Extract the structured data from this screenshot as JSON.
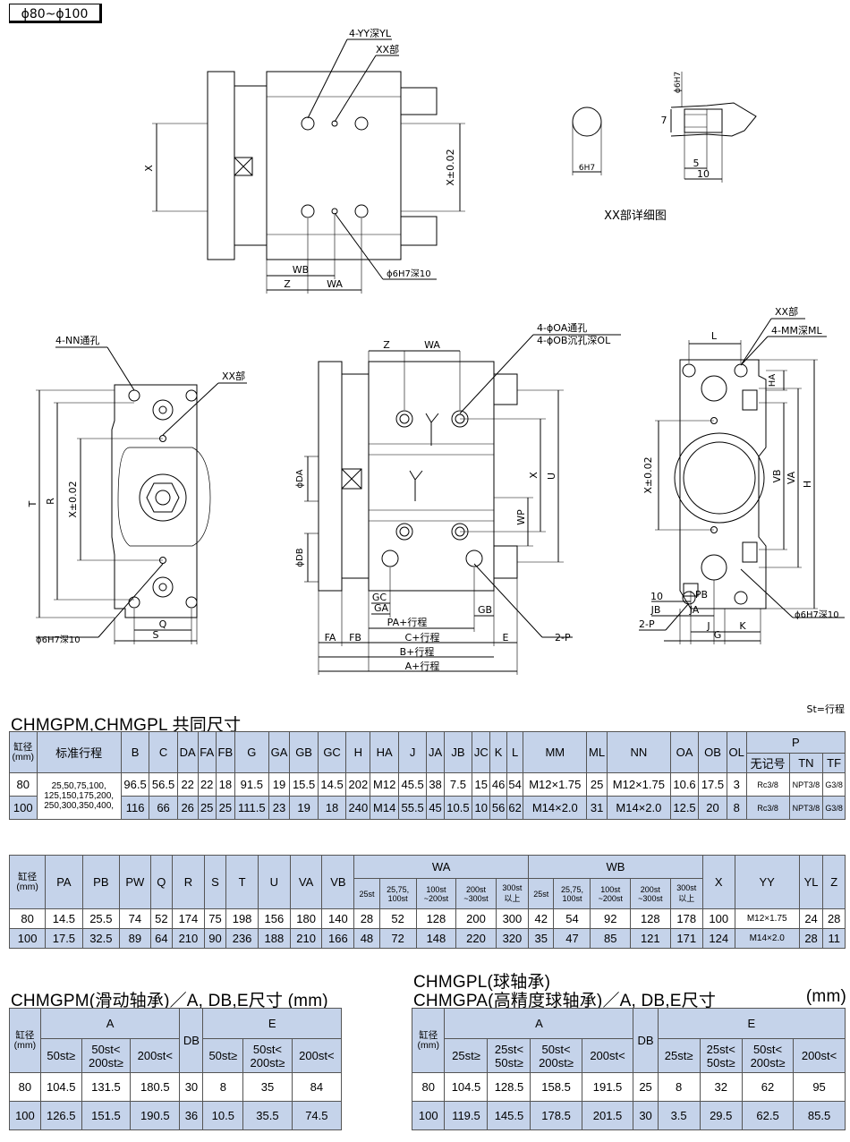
{
  "header_tag": "ϕ80~ϕ100",
  "st_note": "St=行程",
  "drawing": {
    "top_labels": {
      "yy": "4-YY深YL",
      "xx": "XX部",
      "x": "X",
      "x002": "X±0.02",
      "wb": "WB",
      "z": "Z",
      "wa": "WA",
      "phi6": "ϕ6H7深10"
    },
    "detail": {
      "phi6": "ϕ6H7",
      "six": "6H7",
      "seven": "7",
      "five": "5",
      "ten": "10",
      "caption": "XX部详细图"
    },
    "left_labels": {
      "nn": "4-NN通孔",
      "xx": "XX部",
      "t": "T",
      "r": "R",
      "x002": "X±0.02",
      "q": "Q",
      "s": "S",
      "phi6": "ϕ6H7深10"
    },
    "mid_labels": {
      "z": "Z",
      "wa": "WA",
      "oa": "4-ϕOA通孔",
      "ob": "4-ϕOB沉孔深OL",
      "da": "ϕDA",
      "db": "ϕDB",
      "x": "X",
      "u": "U",
      "wp": "WP",
      "gc": "GC",
      "ga": "GA",
      "pa": "PA+行程",
      "gb": "GB",
      "fa": "FA",
      "fb": "FB",
      "c": "C+行程",
      "e": "E",
      "b": "B+行程",
      "a": "A+行程",
      "p": "2-P"
    },
    "right_labels": {
      "xx": "XX部",
      "mm": "4-MM深ML",
      "l": "L",
      "ha": "HA",
      "x002": "X±0.02",
      "vb": "VB",
      "va": "VA",
      "h": "H",
      "ten": "10",
      "pb": "PB",
      "jb": "JB",
      "ja": "JA",
      "p2": "2-P",
      "j": "J",
      "k": "K",
      "g": "G",
      "phi6": "ϕ6H7深10"
    }
  },
  "table1": {
    "title": "CHMGPM,CHMGPL 共同尺寸",
    "headers": [
      "缸径\n(mm)",
      "标准行程",
      "B",
      "C",
      "DA",
      "FA",
      "FB",
      "G",
      "GA",
      "GB",
      "GC",
      "H",
      "HA",
      "J",
      "JA",
      "JB",
      "JC",
      "K",
      "L",
      "MM",
      "ML",
      "NN",
      "OA",
      "OB",
      "OL"
    ],
    "p_header": "P",
    "p_sub": [
      "无记号",
      "TN",
      "TF"
    ],
    "stroke": "25,50,75,100,\n125,150,175,200,\n250,300,350,400,",
    "rows": [
      [
        "80",
        "96.5",
        "56.5",
        "22",
        "22",
        "18",
        "91.5",
        "19",
        "15.5",
        "14.5",
        "202",
        "M12",
        "45.5",
        "38",
        "7.5",
        "15",
        "46",
        "54",
        "M12×1.75",
        "25",
        "M12×1.75",
        "10.6",
        "17.5",
        "3",
        "Rc3/8",
        "NPT3/8",
        "G3/8"
      ],
      [
        "100",
        "116",
        "66",
        "26",
        "25",
        "25",
        "111.5",
        "23",
        "19",
        "18",
        "240",
        "M14",
        "55.5",
        "45",
        "10.5",
        "10",
        "56",
        "62",
        "M14×2.0",
        "31",
        "M14×2.0",
        "12.5",
        "20",
        "8",
        "Rc3/8",
        "NPT3/8",
        "G3/8"
      ]
    ]
  },
  "table2": {
    "headers": [
      "缸径\n(mm)",
      "PA",
      "PB",
      "PW",
      "Q",
      "R",
      "S",
      "T",
      "U",
      "VA",
      "VB"
    ],
    "wa": "WA",
    "wb": "WB",
    "sub": [
      "25st",
      "25,75,\n100st",
      "100st\n~200st",
      "200st\n~300st",
      "300st\n以上"
    ],
    "tail": [
      "X",
      "YY",
      "YL",
      "Z"
    ],
    "rows": [
      [
        "80",
        "14.5",
        "25.5",
        "74",
        "52",
        "174",
        "75",
        "198",
        "156",
        "180",
        "140",
        "28",
        "52",
        "128",
        "200",
        "300",
        "42",
        "54",
        "92",
        "128",
        "178",
        "100",
        "M12×1.75",
        "24",
        "28"
      ],
      [
        "100",
        "17.5",
        "32.5",
        "89",
        "64",
        "210",
        "90",
        "236",
        "188",
        "210",
        "166",
        "48",
        "72",
        "148",
        "220",
        "320",
        "35",
        "47",
        "85",
        "121",
        "171",
        "124",
        "M14×2.0",
        "28",
        "11"
      ]
    ]
  },
  "table3": {
    "title": "CHMGPM(滑动轴承)／A, DB,E尺寸  (mm)",
    "bore": "缸径\n(mm)",
    "a": "A",
    "db": "DB",
    "e": "E",
    "a_sub": [
      "50st≥",
      "50st<\n200st≥",
      "200st<"
    ],
    "e_sub": [
      "50st≥",
      "50st<\n200st≥",
      "200st<"
    ],
    "rows": [
      [
        "80",
        "104.5",
        "131.5",
        "180.5",
        "30",
        "8",
        "35",
        "84"
      ],
      [
        "100",
        "126.5",
        "151.5",
        "190.5",
        "36",
        "10.5",
        "35.5",
        "74.5"
      ]
    ]
  },
  "table4": {
    "title1": "CHMGPL(球轴承)",
    "title2": "CHMGPA(高精度球轴承)／A, DB,E尺寸",
    "unit": "(mm)",
    "bore": "缸径\n(mm)",
    "a": "A",
    "db": "DB",
    "e": "E",
    "a_sub": [
      "25st≥",
      "25st<\n50st≥",
      "50st<\n200st≥",
      "200st<"
    ],
    "e_sub": [
      "25st≥",
      "25st<\n50st≥",
      "50st<\n200st≥",
      "200st<"
    ],
    "rows": [
      [
        "80",
        "104.5",
        "128.5",
        "158.5",
        "191.5",
        "25",
        "8",
        "32",
        "62",
        "95"
      ],
      [
        "100",
        "119.5",
        "145.5",
        "178.5",
        "201.5",
        "30",
        "3.5",
        "29.5",
        "62.5",
        "85.5"
      ]
    ]
  }
}
